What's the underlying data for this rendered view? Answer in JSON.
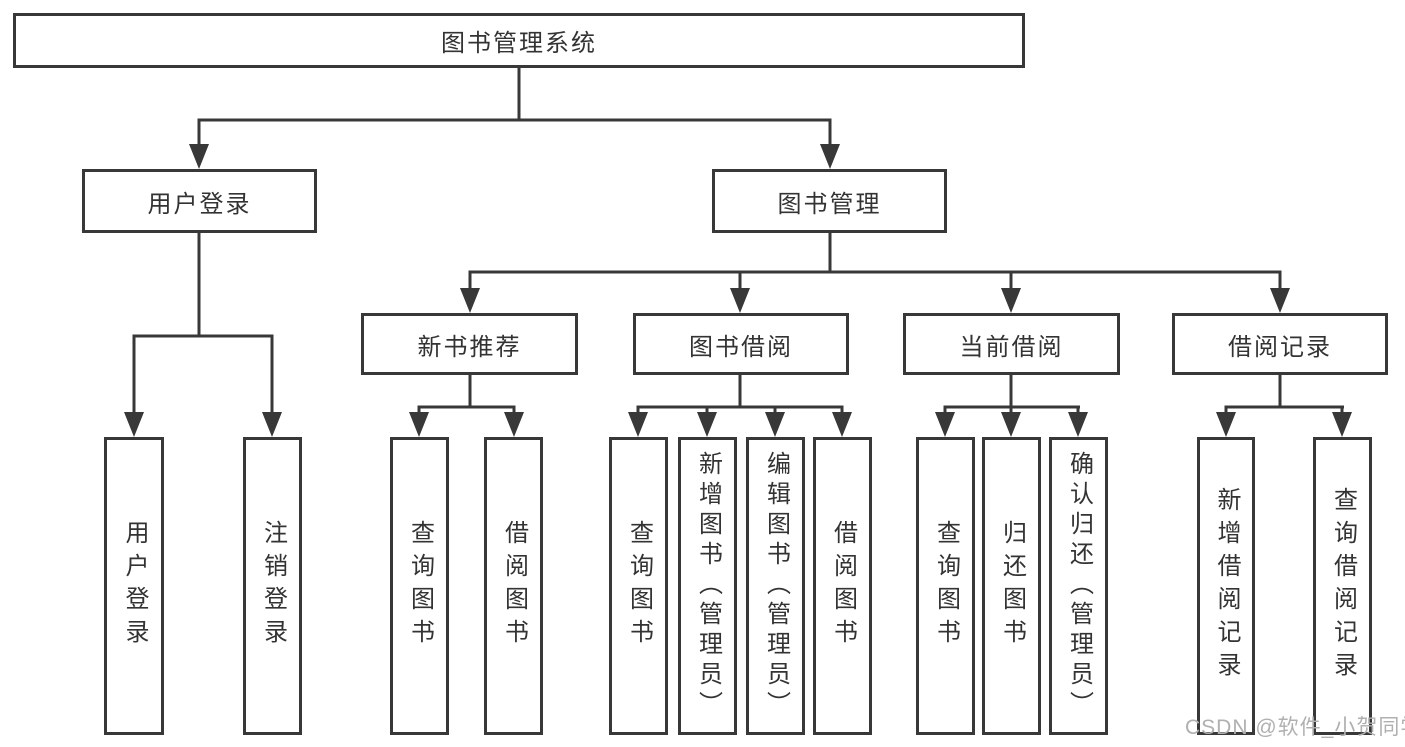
{
  "watermark": "CSDN @软件_小贺同学",
  "colors": {
    "line": "#383838",
    "text": "#333333",
    "watermark": "#b0b0b0"
  },
  "tree": {
    "root": {
      "label": "图书管理系统"
    },
    "branches": [
      {
        "label": "用户登录",
        "children": [
          {
            "label": "用户登录"
          },
          {
            "label": "注销登录"
          }
        ]
      },
      {
        "label": "图书管理",
        "children": [
          {
            "label": "新书推荐",
            "children": [
              {
                "label": "查询图书"
              },
              {
                "label": "借阅图书"
              }
            ]
          },
          {
            "label": "图书借阅",
            "children": [
              {
                "label": "查询图书"
              },
              {
                "label": "新增图书（管理员）"
              },
              {
                "label": "编辑图书（管理员）"
              },
              {
                "label": "借阅图书"
              }
            ]
          },
          {
            "label": "当前借阅",
            "children": [
              {
                "label": "查询图书"
              },
              {
                "label": "归还图书"
              },
              {
                "label": "确认归还（管理员）"
              }
            ]
          },
          {
            "label": "借阅记录",
            "children": [
              {
                "label": "新增借阅记录"
              },
              {
                "label": "查询借阅记录"
              }
            ]
          }
        ]
      }
    ]
  }
}
